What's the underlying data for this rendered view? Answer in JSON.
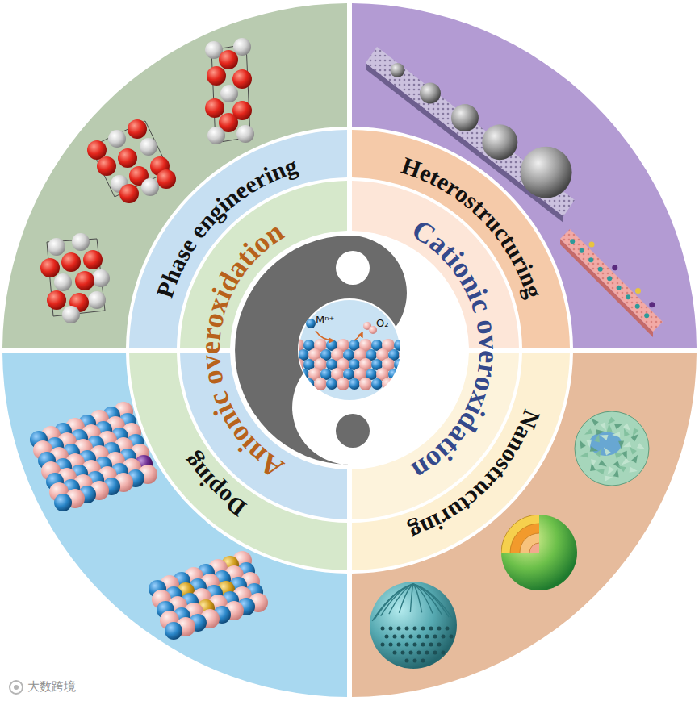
{
  "diagram": {
    "nodes": [
      {
        "text": [
          "Phase engineering"
        ]
      },
      {
        "text": [
          "Heterostructuring"
        ]
      },
      {
        "text": [
          "Doping"
        ]
      },
      {
        "text": [
          "Nanostructuring"
        ]
      },
      {
        "text": [
          "Anionic overoxidation"
        ]
      },
      {
        "text": [
          "Cationic overoxidation"
        ]
      },
      {
        "text": [
          "Mⁿ⁺",
          "O₂"
        ]
      }
    ],
    "labels": [
      "大数跨境"
    ]
  }
}
